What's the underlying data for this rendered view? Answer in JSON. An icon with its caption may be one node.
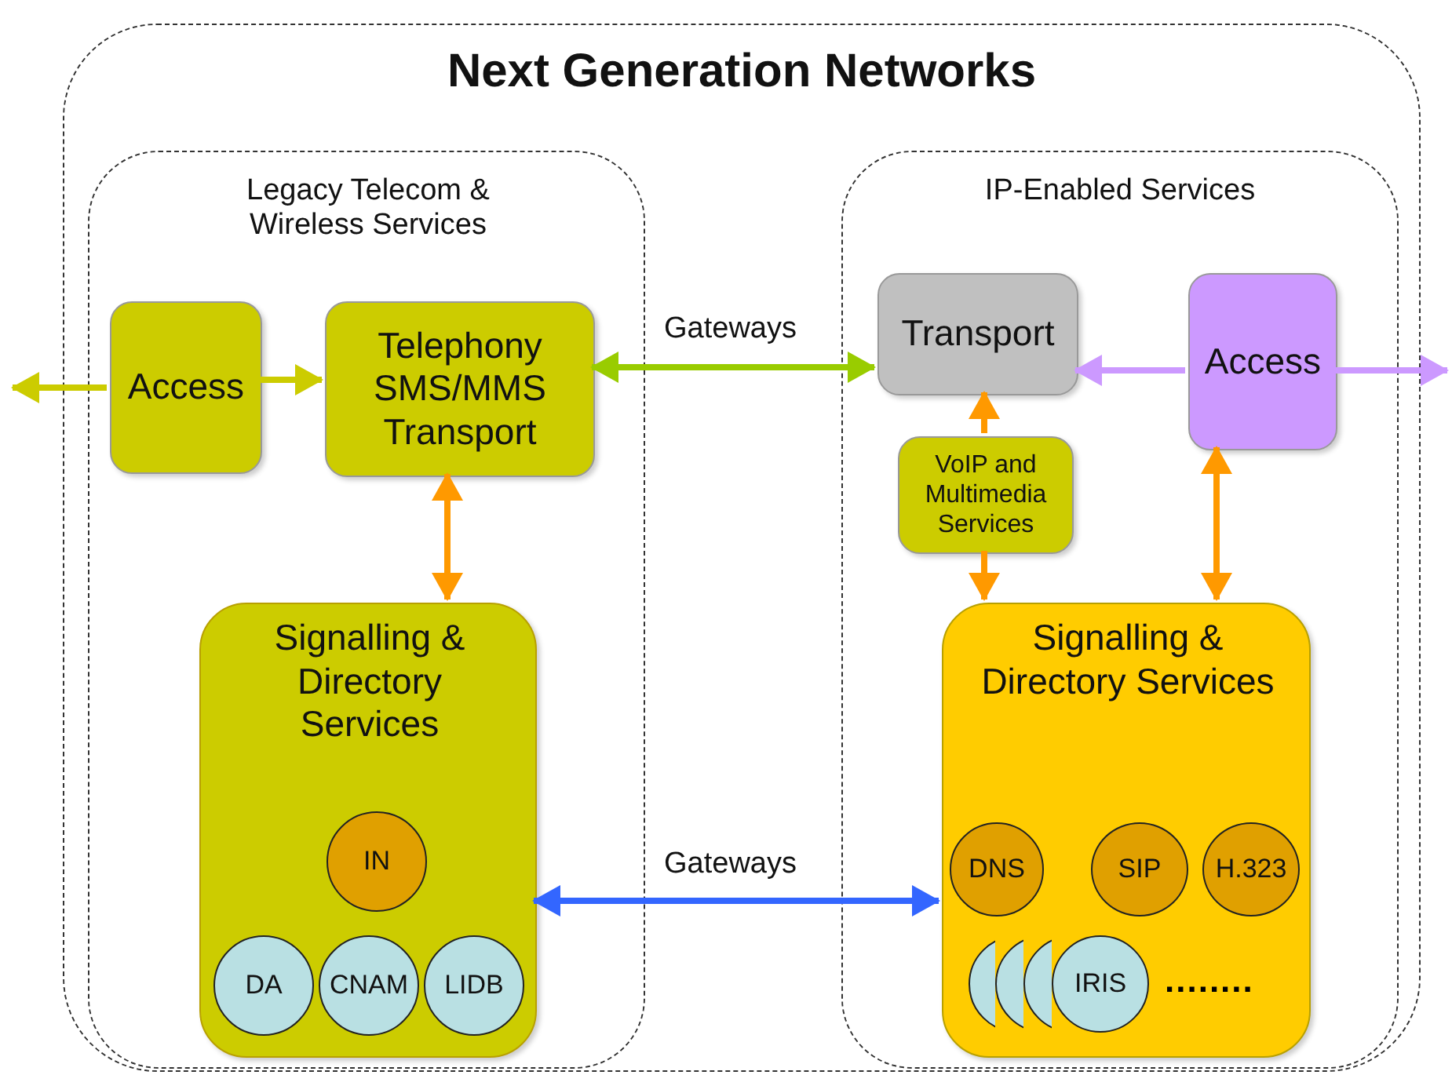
{
  "diagram": {
    "nodes": [
      {
        "text": [
          "Next Generation Networks"
        ]
      },
      {
        "text": [
          "Legacy Telecom & Wireless Services"
        ],
        "in": 0
      },
      {
        "text": [
          "Access"
        ],
        "in": 1
      },
      {
        "text": [
          "Telephony SMS/MMS Transport"
        ],
        "in": 1
      },
      {
        "text": [
          "Signalling & Directory Services"
        ],
        "in": 1
      },
      {
        "text": [
          "IN"
        ],
        "in": 4
      },
      {
        "text": [
          "DA"
        ],
        "in": 4
      },
      {
        "text": [
          "CNAM"
        ],
        "in": 4
      },
      {
        "text": [
          "LIDB"
        ],
        "in": 4
      },
      {
        "text": [
          "IP-Enabled Services"
        ],
        "in": 0
      },
      {
        "text": [
          "Transport"
        ],
        "in": 9
      },
      {
        "text": [
          "Access"
        ],
        "in": 9
      },
      {
        "text": [
          "VoIP and Multimedia Services"
        ],
        "in": 9
      },
      {
        "text": [
          "Signalling & Directory Services"
        ],
        "in": 9
      },
      {
        "text": [
          "DNS"
        ],
        "in": 13
      },
      {
        "text": [
          "SIP"
        ],
        "in": 13
      },
      {
        "text": [
          "H.323"
        ],
        "in": 13
      },
      {
        "text": [],
        "shape": "circle",
        "in": 13
      },
      {
        "text": [],
        "shape": "circle",
        "in": 13
      },
      {
        "text": [],
        "shape": "circle",
        "in": 13
      },
      {
        "text": [
          "IRIS"
        ],
        "in": 13
      }
    ],
    "edges": [
      {
        "from": 2,
        "to": null,
        "arrow": "to",
        "color": "#cccc00"
      },
      {
        "from": 2,
        "to": 3,
        "arrow": "to",
        "color": "#cccc00"
      },
      {
        "from": 3,
        "to": 10,
        "arrow": "both",
        "label": "Gateways",
        "color": "#99cc00"
      },
      {
        "from": 3,
        "to": 4,
        "arrow": "both",
        "color": "#ff9900"
      },
      {
        "from": 11,
        "to": 10,
        "arrow": "to",
        "color": "#cc99ff"
      },
      {
        "from": 11,
        "to": null,
        "arrow": "to",
        "color": "#cc99ff"
      },
      {
        "from": 12,
        "to": 10,
        "arrow": "to",
        "color": "#ff9900"
      },
      {
        "from": 12,
        "to": 13,
        "arrow": "to",
        "color": "#ff9900"
      },
      {
        "from": 11,
        "to": 13,
        "arrow": "both",
        "color": "#ff9900"
      },
      {
        "from": 4,
        "to": 13,
        "arrow": "both",
        "label": "Gateways",
        "color": "#3366ff"
      }
    ],
    "labels": [
      "........"
    ]
  }
}
